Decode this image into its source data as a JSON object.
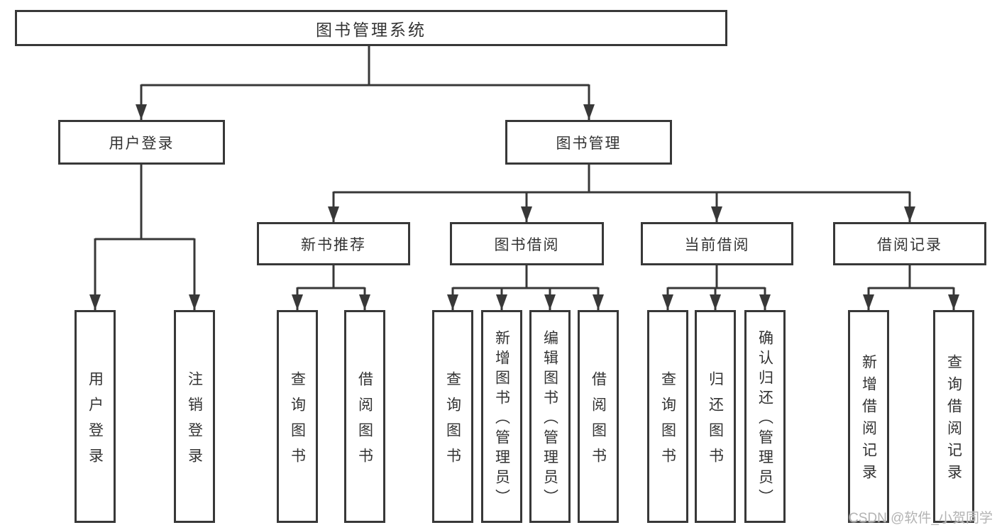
{
  "diagram_type": "hierarchy-tree",
  "tree": {
    "root": {
      "label": "图书管理系统",
      "children": [
        {
          "label": "用户登录",
          "children": [
            {
              "label": "用户登录"
            },
            {
              "label": "注销登录"
            }
          ]
        },
        {
          "label": "图书管理",
          "children": [
            {
              "label": "新书推荐",
              "children": [
                {
                  "label": "查询图书"
                },
                {
                  "label": "借阅图书"
                }
              ]
            },
            {
              "label": "图书借阅",
              "children": [
                {
                  "label": "查询图书"
                },
                {
                  "label": "新增图书（管理员）"
                },
                {
                  "label": "编辑图书（管理员）"
                },
                {
                  "label": "借阅图书"
                }
              ]
            },
            {
              "label": "当前借阅",
              "children": [
                {
                  "label": "查询图书"
                },
                {
                  "label": "归还图书"
                },
                {
                  "label": "确认归还（管理员）"
                }
              ]
            },
            {
              "label": "借阅记录",
              "children": [
                {
                  "label": "新增借阅记录"
                },
                {
                  "label": "查询借阅记录"
                }
              ]
            }
          ]
        }
      ]
    }
  },
  "watermark": {
    "text": "CSDN @软件_小贺同学"
  },
  "colors": {
    "line": "#383838",
    "box_border": "#383838",
    "text": "#333333",
    "watermark": "#b3b3b3",
    "background": "#ffffff"
  }
}
